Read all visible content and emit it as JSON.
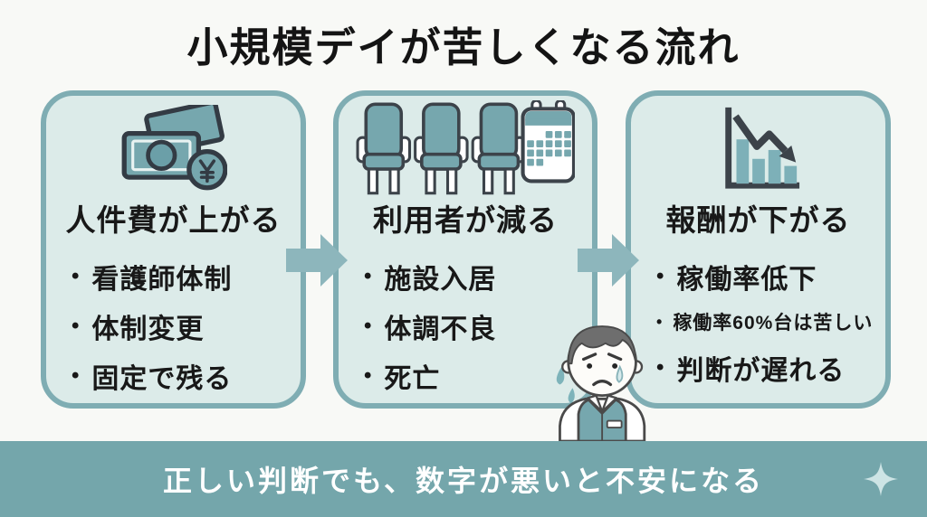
{
  "title": "小規模デイが苦しくなる流れ",
  "bullet_marker": "•",
  "flow": {
    "steps": [
      {
        "icon": "yen-banknotes-icon",
        "heading": "人件費が上がる",
        "bullets": [
          {
            "text": "看護師体制",
            "emphasis": "normal"
          },
          {
            "text": "体制変更",
            "emphasis": "normal"
          },
          {
            "text": "固定で残る",
            "emphasis": "normal"
          }
        ]
      },
      {
        "icon": "waiting-chairs-calendar-icon",
        "heading": "利用者が減る",
        "bullets": [
          {
            "text": "施設入居",
            "emphasis": "normal"
          },
          {
            "text": "体調不良",
            "emphasis": "normal"
          },
          {
            "text": "死亡",
            "emphasis": "normal"
          }
        ]
      },
      {
        "icon": "declining-bar-chart-icon",
        "heading": "報酬が下がる",
        "bullets": [
          {
            "text": "稼働率低下",
            "emphasis": "normal"
          },
          {
            "text": "稼働率60%台は苦しい",
            "emphasis": "small"
          },
          {
            "text": "判断が遅れる",
            "emphasis": "normal"
          }
        ]
      }
    ]
  },
  "banner": {
    "text": "正しい判断でも、数字が悪いと不安になる",
    "icon": "sparkle-icon"
  },
  "illustration": "worried-care-worker",
  "colors": {
    "page_bg": "#f8f9f6",
    "box_fill": "#dcebe9",
    "box_border": "#7fadb3",
    "arrow": "#8db6bc",
    "banner_bg": "#74a6ab",
    "banner_text": "#ffffff",
    "icon_teal": "#76a7ae",
    "icon_outline": "#333b44",
    "text": "#181818",
    "sparkle": "#cde4e5"
  }
}
